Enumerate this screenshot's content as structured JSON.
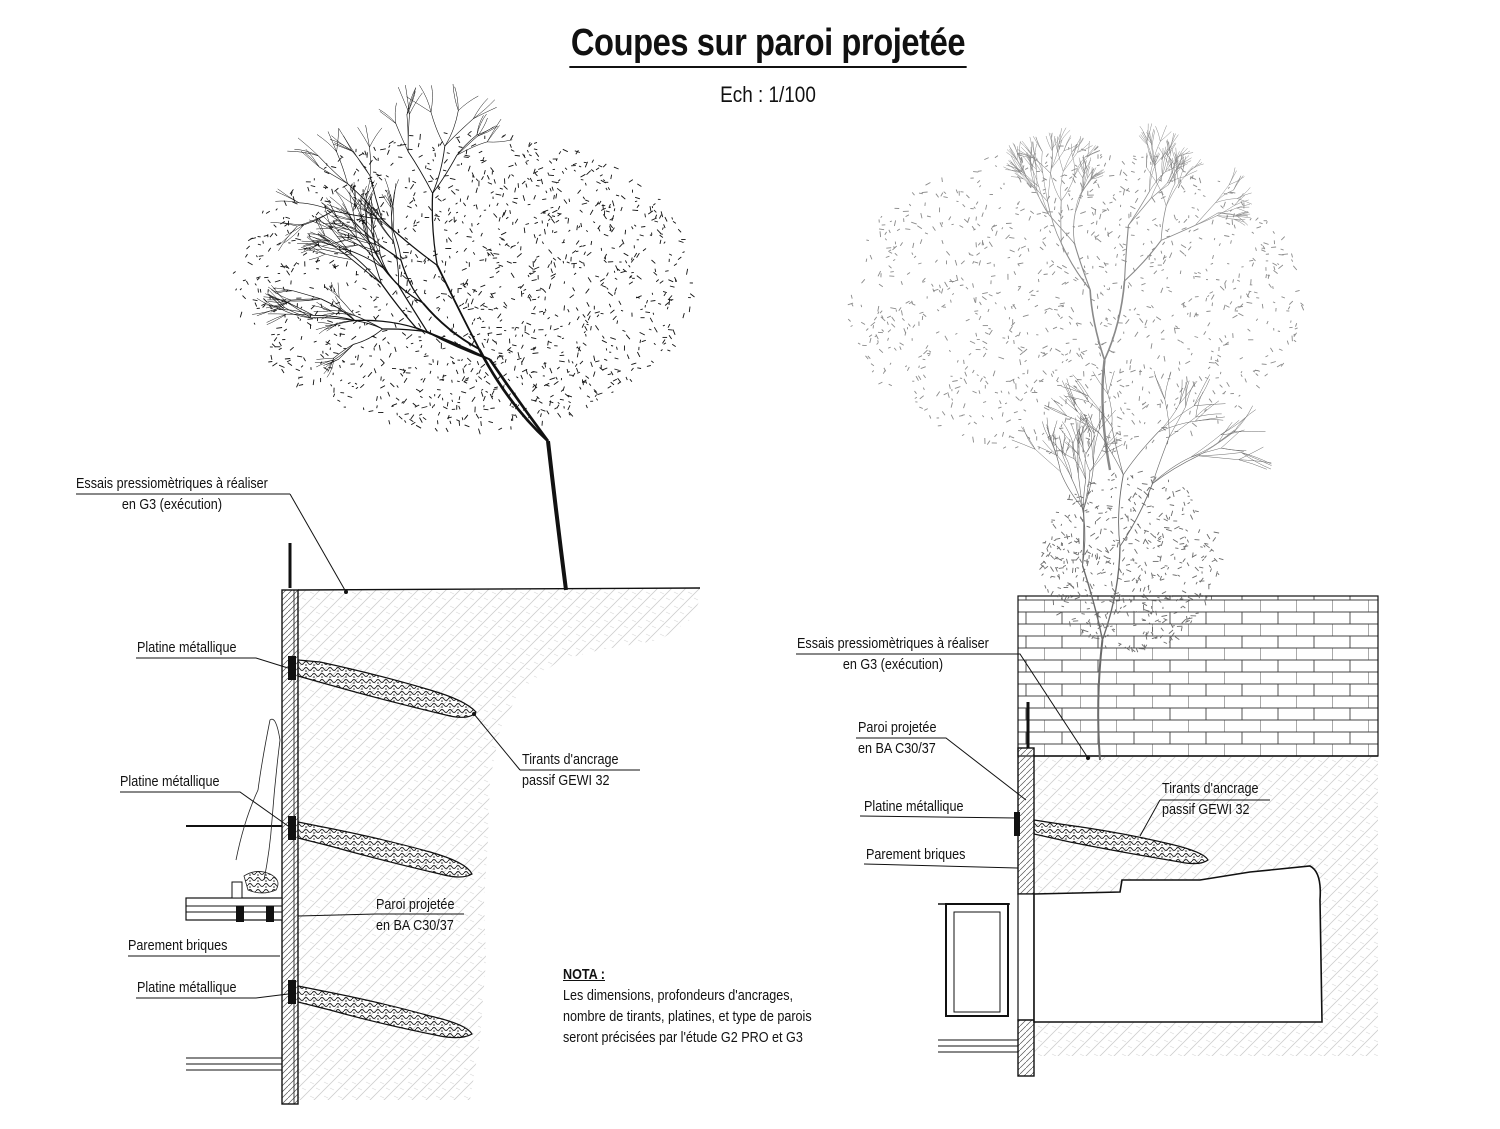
{
  "title": "Coupes sur paroi projetée",
  "scale": "Ech : 1/100",
  "left_section": {
    "essais": [
      "Essais pressiomètriques à réaliser",
      "en G3 (exécution)"
    ],
    "platine_1": "Platine métallique",
    "platine_2": "Platine métallique",
    "platine_3": "Platine métallique",
    "tirants": [
      "Tirants d'ancrage",
      "passif GEWI 32"
    ],
    "paroi": [
      "Paroi projetée",
      "en BA C30/37"
    ],
    "parement": "Parement briques"
  },
  "right_section": {
    "essais": [
      "Essais pressiomètriques à réaliser",
      "en G3 (exécution)"
    ],
    "paroi": [
      "Paroi projetée",
      "en BA C30/37"
    ],
    "platine": "Platine métallique",
    "tirants": [
      "Tirants d'ancrage",
      "passif GEWI 32"
    ],
    "parement": "Parement briques"
  },
  "nota": {
    "heading": "NOTA :",
    "lines": [
      "Les dimensions, profondeurs d'ancrages,",
      "nombre de tirants, platines, et type de parois",
      "seront précisées par l'étude G2 PRO et G3"
    ]
  },
  "colors": {
    "ink": "#111111",
    "tree_right": "#8a8a8a",
    "soil_hatch": "#c9c9c9"
  }
}
